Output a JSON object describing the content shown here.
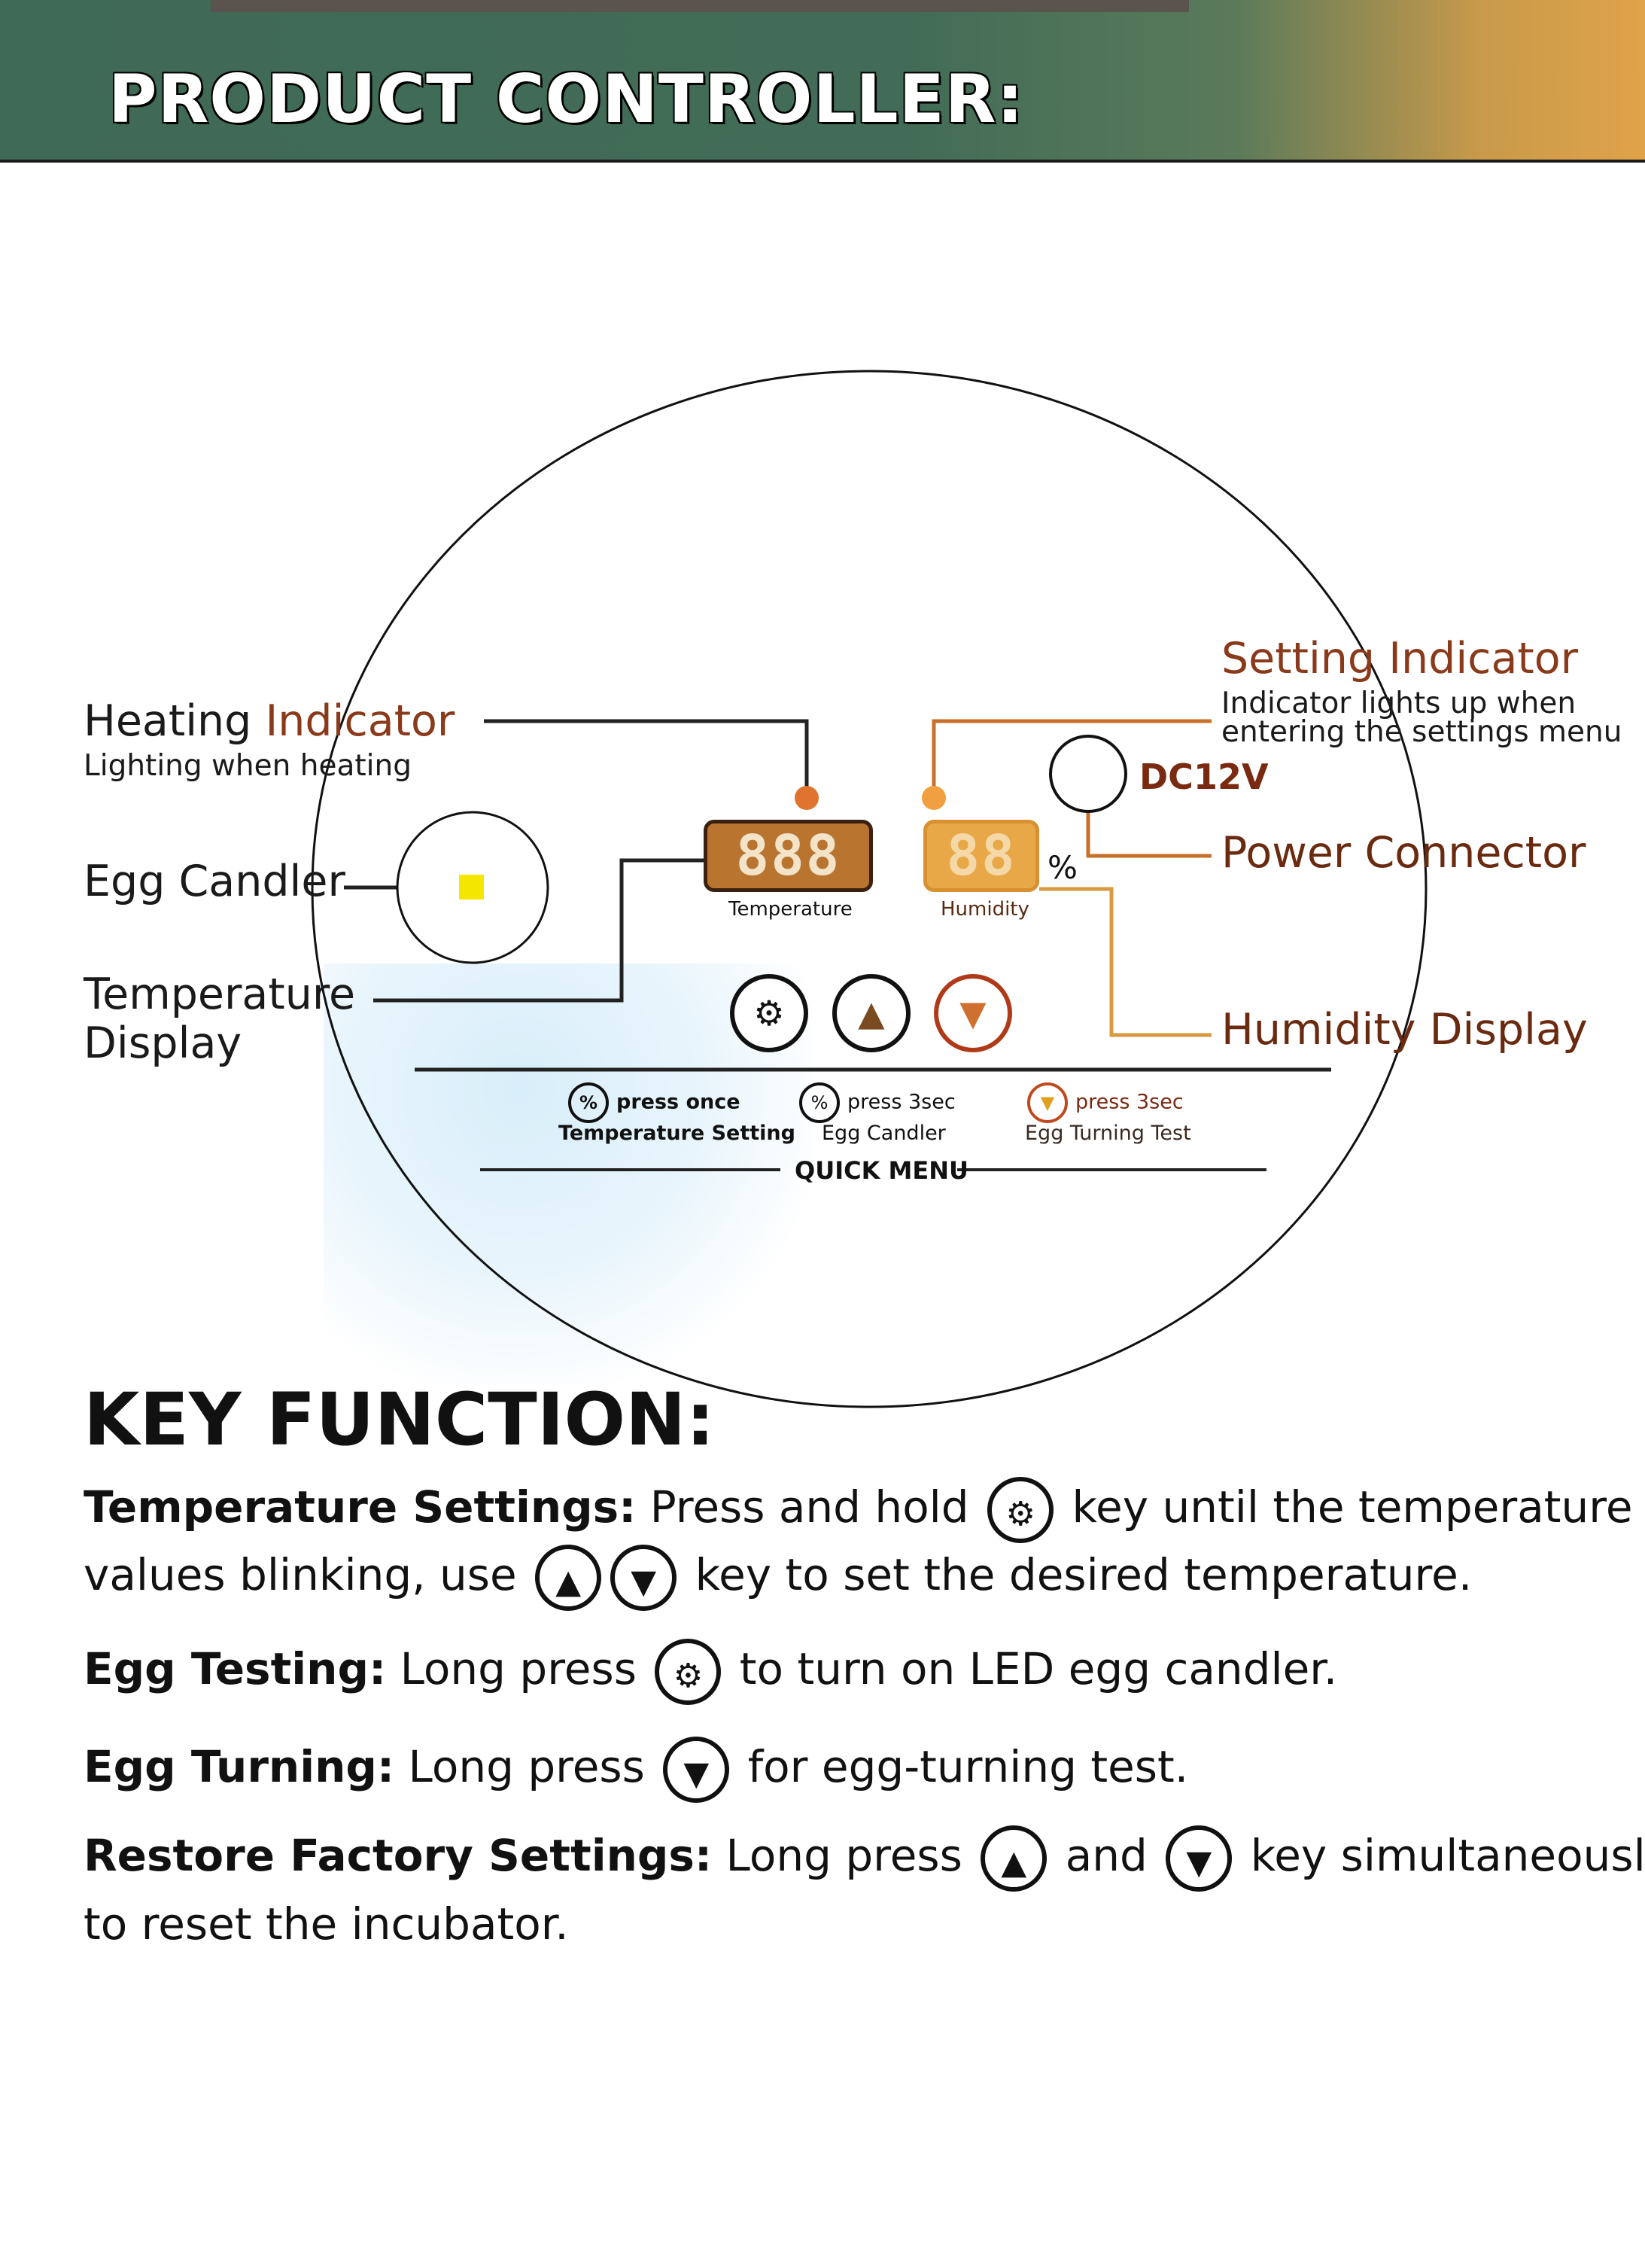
{
  "header": {
    "title": "PRODUCT CONTROLLER:"
  },
  "colors": {
    "accent": "#c8702a",
    "lcd": "#b9742f",
    "header": "#426c57"
  },
  "callouts": {
    "heating_indicator": {
      "title_a": "Heating ",
      "title_b": "Indicator",
      "subtitle": "Lighting when heating"
    },
    "egg_candler": {
      "title": "Egg Candler"
    },
    "temperature_display": {
      "line1": "Temperature",
      "line2": "Display"
    },
    "setting_indicator": {
      "title": "Setting Indicator",
      "line1": "Indicator lights up when",
      "line2": "entering the settings menu"
    },
    "dc12v": "DC12V",
    "power_connector": "Power Connector",
    "humidity_display": "Humidity Display"
  },
  "panel": {
    "temperature_digits": "888",
    "temperature_label": "Temperature",
    "humidity_digits": "88",
    "humidity_unit": "%",
    "humidity_label": "Humidity",
    "buttons": [
      {
        "icon": "settings-light-icon",
        "glyph": "⚙"
      },
      {
        "icon": "up-arrow-icon",
        "glyph": "▲"
      },
      {
        "icon": "down-arrow-icon",
        "glyph": "▼"
      }
    ]
  },
  "quick_menu": {
    "title": "QUICK MENU",
    "items": [
      {
        "action": "press once",
        "function": "Temperature Setting"
      },
      {
        "action": "press 3sec",
        "function": "Egg Candler"
      },
      {
        "action": "press 3sec",
        "function": "Egg Turning Test"
      }
    ]
  },
  "key_function": {
    "title": "KEY FUNCTION:",
    "temp_label": "Temperature Settings:",
    "temp_a": " Press and hold ",
    "temp_b": " key until the temperature",
    "temp_c": "values blinking, use ",
    "temp_d": " key to set the desired temperature.",
    "egg_test_label": "Egg Testing:",
    "egg_test_a": " Long press ",
    "egg_test_b": " to turn on LED egg candler.",
    "egg_turn_label": "Egg Turning:",
    "egg_turn_a": " Long press ",
    "egg_turn_b": " for egg-turning test.",
    "restore_label": "Restore Factory Settings:",
    "restore_a": " Long press ",
    "restore_b": " and ",
    "restore_c": " key simultaneously",
    "restore_d": "to reset the incubator."
  }
}
